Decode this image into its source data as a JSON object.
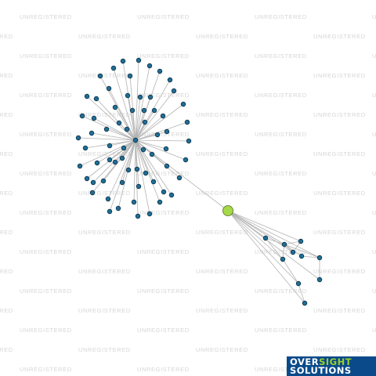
{
  "watermark": {
    "text": "UNREGISTERED"
  },
  "logo": {
    "word1": "OVER",
    "word2": "SIGHT",
    "line2": "SOLUTIONS"
  },
  "colors": {
    "edge": "#b3b3b3",
    "node_fill": "#1f6e96",
    "node_stroke": "#0b2f44",
    "focus_fill": "#a6d94a",
    "focus_stroke": "#4a6b16",
    "watermark": "#d6d6d6",
    "logo_bg": "#0a4a8a",
    "logo_green": "#9ccf2a"
  },
  "graph": {
    "focus_node": "focus",
    "hubs": [
      "hubA",
      "hubB"
    ],
    "cluster_b_peripheral_count": 9
  }
}
